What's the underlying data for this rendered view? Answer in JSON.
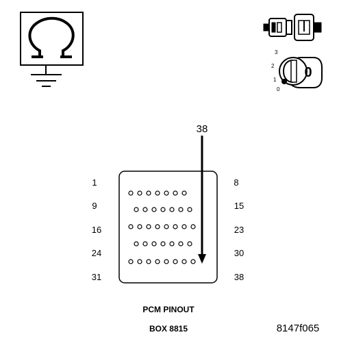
{
  "icons": {
    "ohmmeter": "ohmmeter-ground-icon",
    "connector": "disconnected-connector-icon",
    "ignition": "ignition-key-off-icon"
  },
  "ignition_switch": {
    "positions": [
      "3",
      "2",
      "1",
      "0"
    ],
    "key_label": "0"
  },
  "connector": {
    "cavities_total": 38,
    "row_labels_left": [
      "1",
      "9",
      "16",
      "24",
      "31"
    ],
    "row_labels_right": [
      "8",
      "15",
      "23",
      "30",
      "38"
    ],
    "row_pin_counts": [
      7,
      7,
      8,
      7,
      8
    ],
    "probed_pin": "38"
  },
  "caption": {
    "line1": "PCM PINOUT",
    "line2": "BOX 8815"
  },
  "figure_id": "8147f065",
  "colors": {
    "ink": "#000000",
    "background": "#ffffff"
  }
}
